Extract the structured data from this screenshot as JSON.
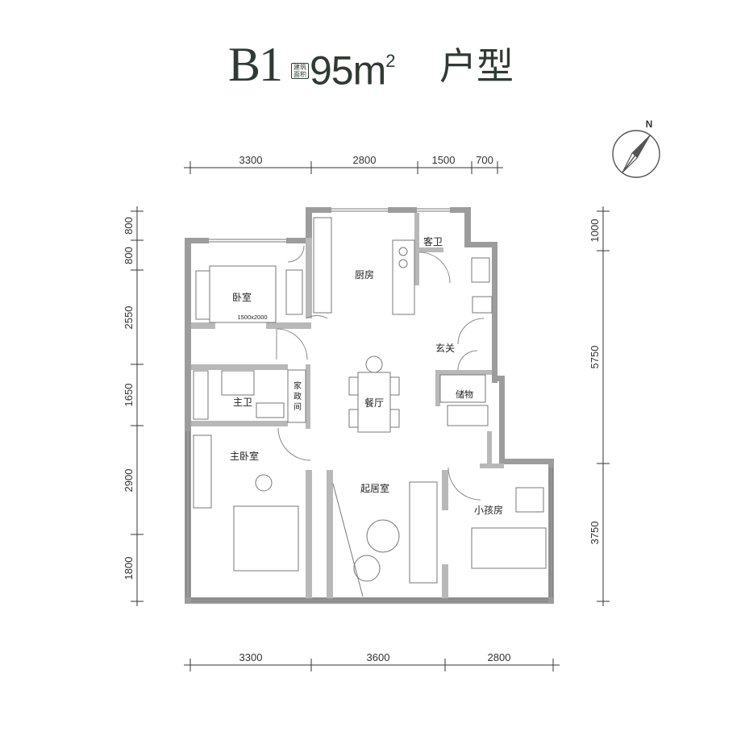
{
  "title": {
    "model": "B1",
    "badge_line1": "建筑",
    "badge_line2": "面积",
    "area": "95m",
    "area_sup": "2",
    "type": "户型"
  },
  "compass": {
    "label": "N"
  },
  "dimensions": {
    "top": [
      "3300",
      "2800",
      "1500",
      "700"
    ],
    "bottom": [
      "3300",
      "3600",
      "2800"
    ],
    "left": [
      "800",
      "800",
      "2550",
      "1650",
      "2900",
      "1800"
    ],
    "right": [
      "1000",
      "5750",
      "3750"
    ]
  },
  "rooms": {
    "bedroom": "卧室",
    "bed_size": "1500x2000",
    "kitchen": "厨房",
    "guest_bath": "客卫",
    "foyer": "玄关",
    "master_bath": "主卫",
    "housekeeping_1": "家",
    "housekeeping_2": "政",
    "housekeeping_3": "间",
    "dining": "餐厅",
    "storage": "储物",
    "master_bedroom": "主卧室",
    "living_room": "起居室",
    "kids_room": "小孩房"
  }
}
